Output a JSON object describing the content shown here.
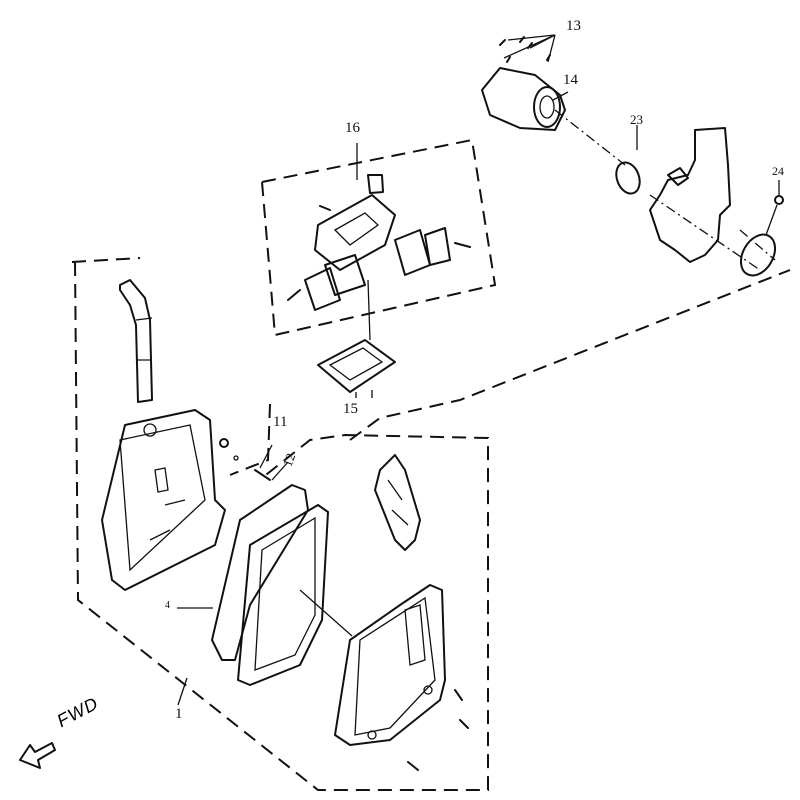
{
  "diagram": {
    "callouts": [
      {
        "id": "13",
        "label": "13"
      },
      {
        "id": "14",
        "label": "14"
      },
      {
        "id": "16",
        "label": "16"
      },
      {
        "id": "23",
        "label": "23"
      },
      {
        "id": "24",
        "label": "24"
      },
      {
        "id": "11",
        "label": "11"
      },
      {
        "id": "12",
        "label": "12"
      },
      {
        "id": "15",
        "label": "15"
      },
      {
        "id": "4",
        "label": "4"
      },
      {
        "id": "1",
        "label": "1"
      }
    ],
    "direction_label": "FWD"
  }
}
